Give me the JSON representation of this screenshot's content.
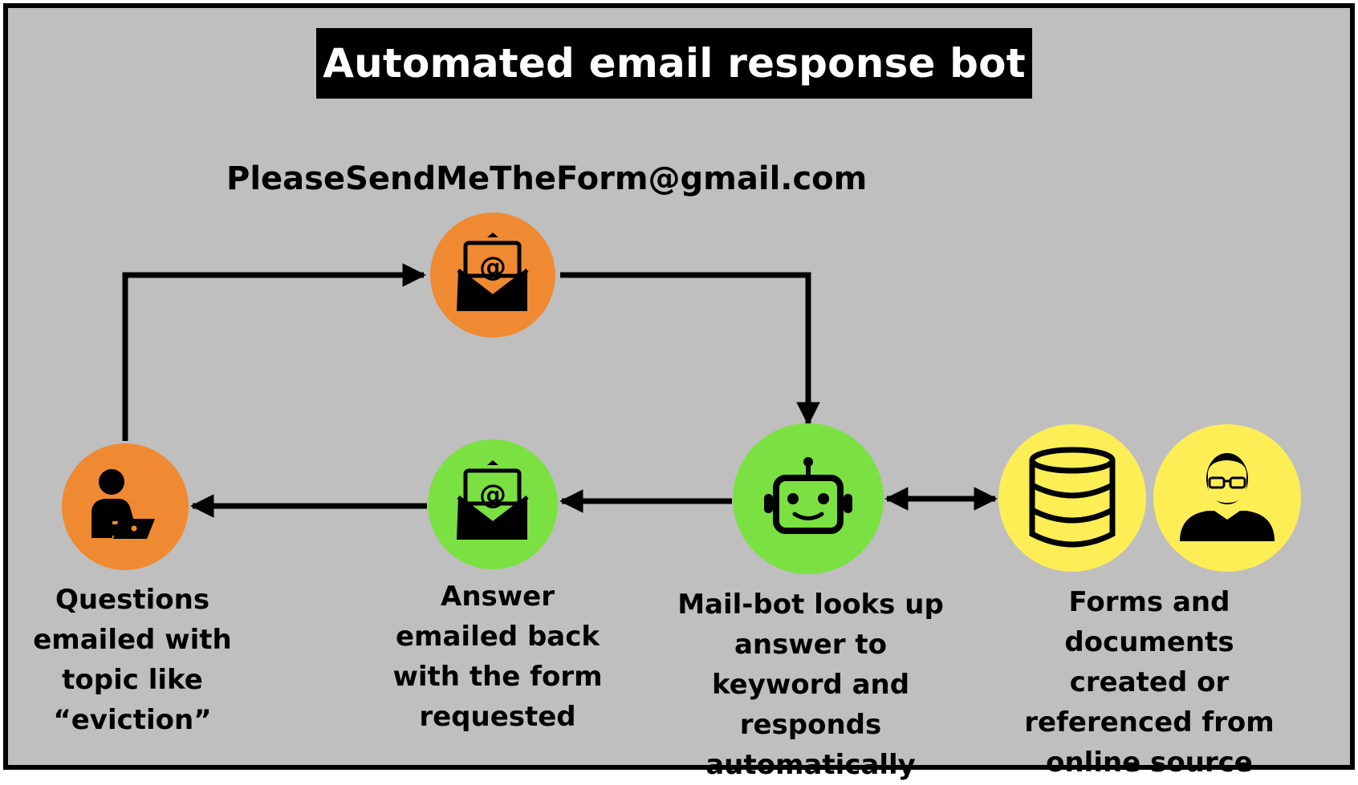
{
  "title": "Automated email response bot",
  "email_address": "PleaseSendMeTheForm@gmail.com",
  "colors": {
    "background": "#bfbfbf",
    "orange": "#ef8a33",
    "green": "#7be042",
    "yellow": "#fdee55"
  },
  "nodes": {
    "user": {
      "icon": "person-laptop-icon",
      "label": "Questions emailed with topic like “eviction”"
    },
    "inbox": {
      "icon": "envelope-at-icon"
    },
    "reply": {
      "icon": "envelope-at-icon",
      "label": "Answer emailed back with the form requested"
    },
    "bot": {
      "icon": "robot-icon",
      "label": "Mail-bot looks up answer to keyword and responds automatically"
    },
    "database": {
      "icon": "database-icon"
    },
    "person": {
      "icon": "person-glasses-icon"
    },
    "sources_label": "Forms and documents created or referenced from online source"
  }
}
